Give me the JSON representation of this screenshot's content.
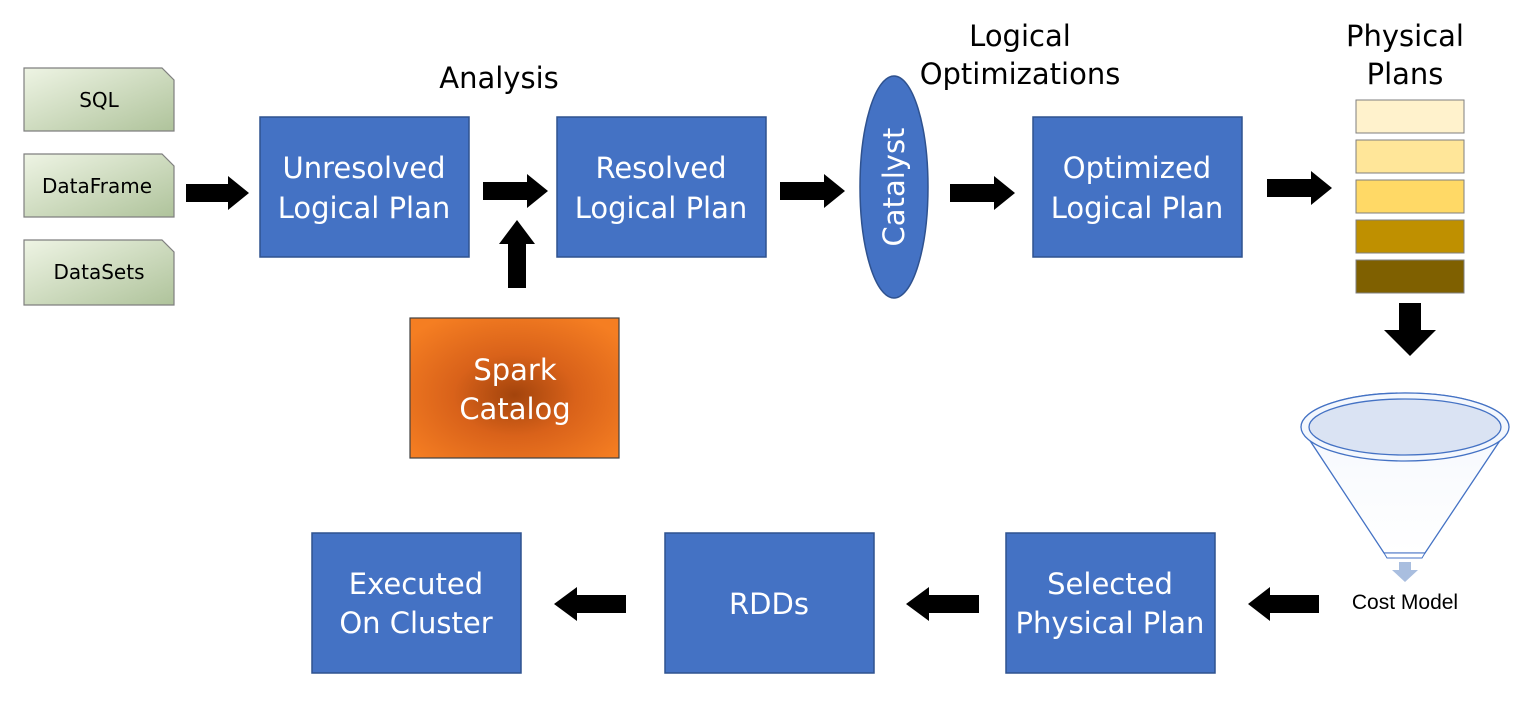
{
  "sources": [
    "SQL",
    "DataFrame",
    "DataSets"
  ],
  "labels": {
    "analysis": "Analysis",
    "logical_optimizations": [
      "Logical",
      "Optimizations"
    ],
    "physical_plans": [
      "Physical",
      "Plans"
    ],
    "cost_model": "Cost Model"
  },
  "boxes": {
    "unresolved": [
      "Unresolved",
      "Logical Plan"
    ],
    "resolved": [
      "Resolved",
      "Logical Plan"
    ],
    "optimized": [
      "Optimized",
      "Logical Plan"
    ],
    "selected": [
      "Selected",
      "Physical Plan"
    ],
    "rdds": [
      "RDDs"
    ],
    "executed": [
      "Executed",
      "On Cluster"
    ]
  },
  "catalog": [
    "Spark",
    "Catalog"
  ],
  "catalyst": "Catalyst",
  "colors": {
    "box_blue": "#4472C4",
    "box_border": "#2F528F",
    "source_fill_light": "#EAF1DD",
    "source_fill_dark": "#B3C6A1",
    "catalog_center": "#B24A0A",
    "catalog_edge": "#F4791F",
    "arrow": "#000000",
    "physical_plan_colors": [
      "#FFF2CC",
      "#FFE699",
      "#FFD966",
      "#BF9000",
      "#7F6000"
    ]
  }
}
